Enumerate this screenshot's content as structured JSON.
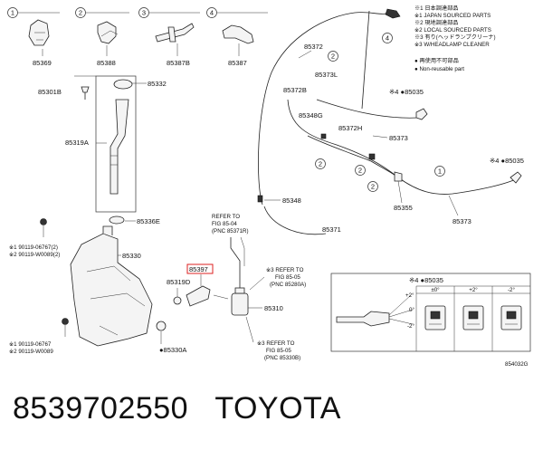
{
  "top_circles": [
    "1",
    "2",
    "3",
    "4"
  ],
  "top_parts": [
    "85369",
    "85388",
    "85387B",
    "85387"
  ],
  "legend": [
    "※1 日本調達部品",
    "※1 JAPAN SOURCED PARTS",
    "※2 現地調達部品",
    "※2 LOCAL SOURCED PARTS",
    "※3 有り(ヘッドランプクリーナ)",
    "※3 W/HEADLAMP CLEANER",
    "● 再使用不可部品",
    "● Non-reusable part"
  ],
  "labels": {
    "p85301B": "85301B",
    "p85332": "85332",
    "p85319A": "85319A",
    "p85336E": "85336E",
    "p85330": "85330",
    "p90119a": "※1 90119-06767(2)",
    "p90119b": "※2 90119-W0089(2)",
    "p90119c": "※1 90119-06767",
    "p90119d": "※2 90119-W0089",
    "p85330A": "●85330A",
    "p85319D": "85319D",
    "p85397": "85397",
    "p85310": "85310",
    "p85372": "85372",
    "p85373L": "85373L",
    "p85372B": "85372B",
    "p85348G": "85348G",
    "p85372H": "85372H",
    "p85373a": "85373",
    "p85355": "85355",
    "p85373b": "85373",
    "p85348": "85348",
    "p85371": "85371",
    "p85035a": "※4 ●85035",
    "p85035b": "※4 ●85035",
    "ref1a": "REFER TO",
    "ref1b": "FIG 85-04",
    "ref1c": "(PNC 85371R)",
    "ref2a": "※3 REFER TO",
    "ref2b": "FIG 85-05",
    "ref2c": "(PNC 85280A)",
    "ref3a": "※3 REFER TO",
    "ref3b": "FIG 85-05",
    "ref3c": "(PNC 85330B)",
    "inset_title": "※4 ●85035",
    "inset_cols": [
      "±0°",
      "+2°",
      "-2°"
    ],
    "inset_angles": [
      "+2°",
      "0°",
      "-2°"
    ],
    "fig_code": "854032G"
  },
  "pipe_circles": [
    "4",
    "2",
    "2",
    "2",
    "1",
    "2"
  ],
  "caption": "8539702550   TOYOTA"
}
